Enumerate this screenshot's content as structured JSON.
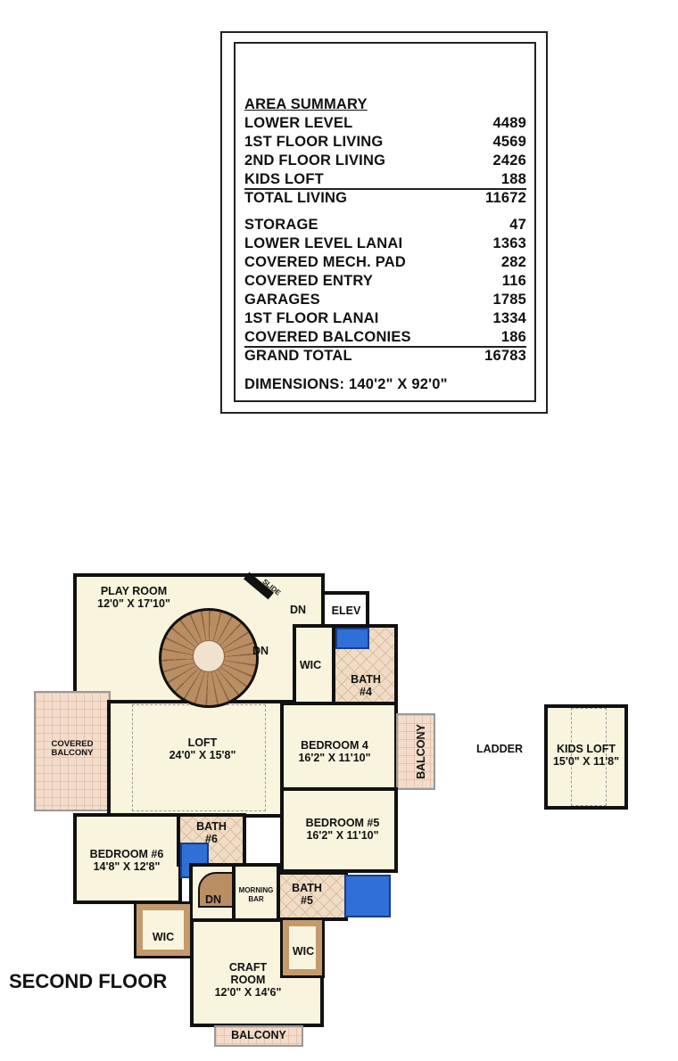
{
  "area_summary": {
    "title": "AREA SUMMARY",
    "rows": [
      {
        "label": "LOWER LEVEL",
        "value": "4489"
      },
      {
        "label": "1ST FLOOR LIVING",
        "value": "4569"
      },
      {
        "label": "2ND FLOOR LIVING",
        "value": "2426"
      },
      {
        "label": "KIDS LOFT",
        "value": "188"
      },
      {
        "label": "TOTAL LIVING",
        "value": "11672"
      },
      {
        "label": "STORAGE",
        "value": "47"
      },
      {
        "label": "LOWER LEVEL LANAI",
        "value": "1363"
      },
      {
        "label": "COVERED MECH. PAD",
        "value": "282"
      },
      {
        "label": "COVERED ENTRY",
        "value": "116"
      },
      {
        "label": "GARAGES",
        "value": "1785"
      },
      {
        "label": "1ST FLOOR LANAI",
        "value": "1334"
      },
      {
        "label": "COVERED BALCONIES",
        "value": "186"
      },
      {
        "label": "GRAND TOTAL",
        "value": "16783"
      }
    ],
    "dimensions": "DIMENSIONS: 140'2\" X 92'0\""
  },
  "floor_title": "SECOND FLOOR",
  "rooms": {
    "play_room": {
      "name": "PLAY ROOM",
      "size": "12'0\" X 17'10\""
    },
    "loft": {
      "name": "LOFT",
      "size": "24'0\" X 15'8\""
    },
    "covered_balcony": {
      "name": "COVERED",
      "name2": "BALCONY"
    },
    "bedroom4": {
      "name": "BEDROOM 4",
      "size": "16'2\" X 11'10\""
    },
    "bedroom5": {
      "name": "BEDROOM #5",
      "size": "16'2\" X 11'10\""
    },
    "bedroom6": {
      "name": "BEDROOM #6",
      "size": "14'8\" X 12'8\""
    },
    "craft_room": {
      "name": "CRAFT",
      "name2": "ROOM",
      "size": "12'0\" X 14'6\""
    },
    "bath4": {
      "name": "BATH",
      "num": "#4"
    },
    "bath5": {
      "name": "BATH",
      "num": "#5"
    },
    "bath6": {
      "name": "BATH",
      "num": "#6"
    },
    "wic": "WIC",
    "elev": "ELEV",
    "dn": "DN",
    "slide": "SLIDE",
    "morning_bar": {
      "name": "MORNING",
      "name2": "BAR"
    },
    "balcony": "BALCONY",
    "kids_loft": {
      "name": "KIDS LOFT",
      "size": "15'0\" X 11'8\""
    },
    "ladder": "LADDER"
  }
}
